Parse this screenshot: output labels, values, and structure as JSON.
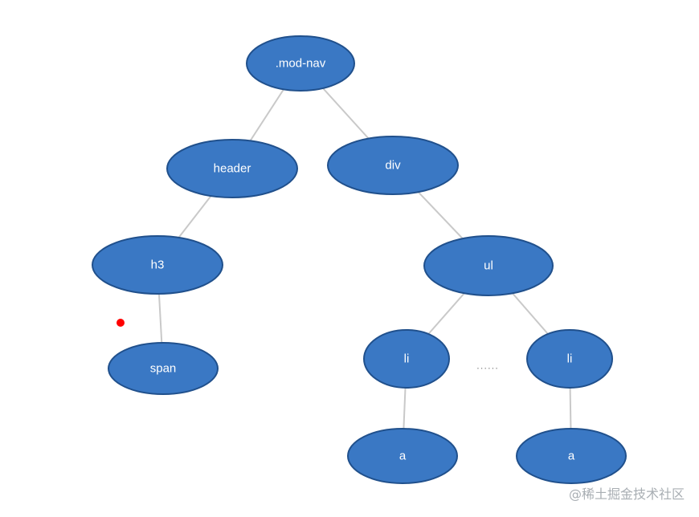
{
  "diagram": {
    "nodes": [
      {
        "id": "mod-nav",
        "label": ".mod-nav"
      },
      {
        "id": "header",
        "label": "header"
      },
      {
        "id": "div",
        "label": "div"
      },
      {
        "id": "h3",
        "label": "h3"
      },
      {
        "id": "span",
        "label": "span"
      },
      {
        "id": "ul",
        "label": "ul"
      },
      {
        "id": "li-1",
        "label": "li"
      },
      {
        "id": "li-2",
        "label": "li"
      },
      {
        "id": "a-1",
        "label": "a"
      },
      {
        "id": "a-2",
        "label": "a"
      }
    ],
    "edges": [
      {
        "from": "mod-nav",
        "to": "header"
      },
      {
        "from": "mod-nav",
        "to": "div"
      },
      {
        "from": "header",
        "to": "h3"
      },
      {
        "from": "h3",
        "to": "span"
      },
      {
        "from": "div",
        "to": "ul"
      },
      {
        "from": "ul",
        "to": "li-1"
      },
      {
        "from": "ul",
        "to": "li-2"
      },
      {
        "from": "li-1",
        "to": "a-1"
      },
      {
        "from": "li-2",
        "to": "a-2"
      }
    ],
    "ellipsis": "......",
    "colors": {
      "node_fill": "#3a78c4",
      "node_stroke": "#20508c",
      "edge": "#c9c9c9",
      "marker": "#ff0000"
    }
  },
  "watermark": "@稀土掘金技术社区"
}
